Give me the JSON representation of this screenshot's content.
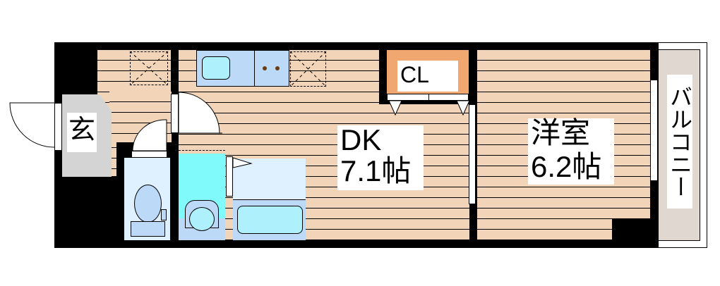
{
  "floorplan": {
    "colors": {
      "wall": "#000000",
      "flooring": "#f2d4b8",
      "entrance": "#d4d4d4",
      "closet": "#f0a870",
      "wet_area": "#dff0ff",
      "fixture": "#bcdaf8",
      "water": "#aef0fb",
      "washroom_floor": "#80fafa",
      "balcony": "#e0d8d0"
    },
    "rooms": {
      "entrance": {
        "label": "玄"
      },
      "closet": {
        "label": "CL"
      },
      "dining_kitchen": {
        "name": "DK",
        "size": "7.1帖"
      },
      "western_room": {
        "name": "洋室",
        "size": "6.2帖"
      },
      "balcony": {
        "label": "バルコニー"
      }
    },
    "fixtures": [
      "kitchen-sink",
      "stove-burners",
      "refrigerator-space",
      "washer-space",
      "toilet",
      "washbasin",
      "bathtub"
    ]
  }
}
